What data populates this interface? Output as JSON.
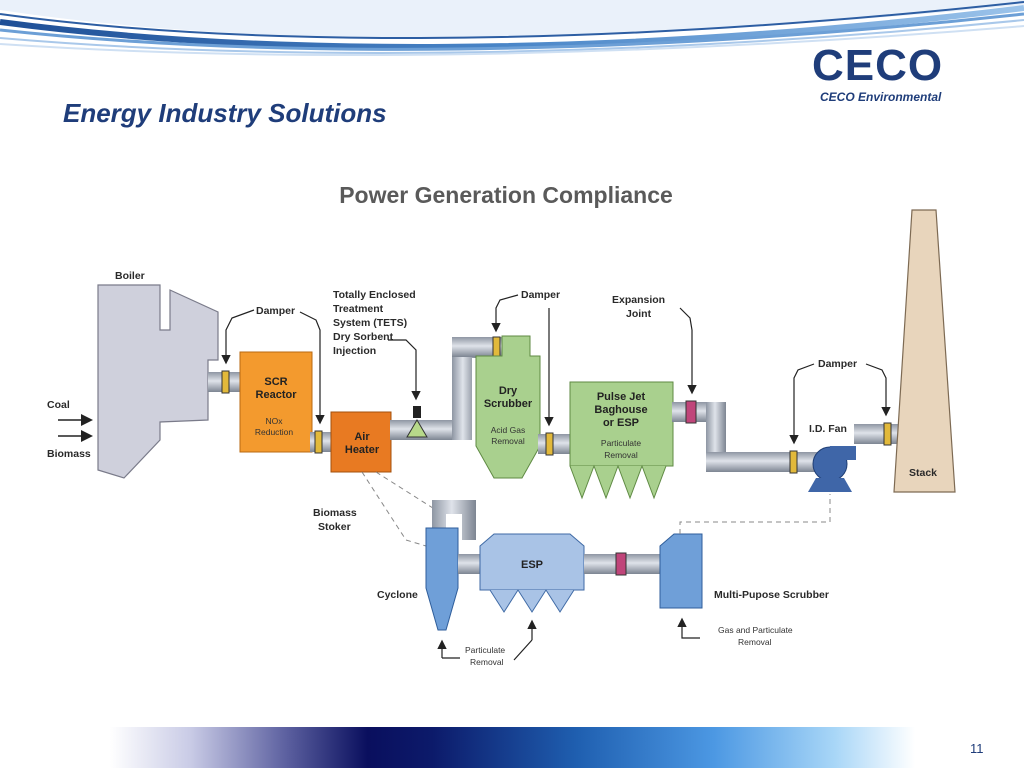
{
  "slide": {
    "title": "Energy Industry Solutions",
    "subtitle": "Power Generation Compliance",
    "page_number": "11"
  },
  "logo": {
    "wordmark": "CECO",
    "company": "CECO Environmental",
    "color": "#1f3d7a"
  },
  "diagram": {
    "labels": {
      "boiler": "Boiler",
      "coal": "Coal",
      "biomass": "Biomass",
      "damper_1": "Damper",
      "damper_2": "Damper",
      "damper_3": "Damper",
      "tets_1": "Totally Enclosed",
      "tets_2": "Treatment",
      "tets_3": "System (TETS)",
      "tets_4": "Dry Sorbent",
      "tets_5": "Injection",
      "expansion_1": "Expansion",
      "expansion_2": "Joint",
      "id_fan": "I.D. Fan",
      "stack": "Stack",
      "biomass_stoker_1": "Biomass",
      "biomass_stoker_2": "Stoker",
      "cyclone": "Cyclone",
      "multi_purpose_scrubber": "Multi-Pupose Scrubber",
      "particulate_removal_1": "Particulate",
      "particulate_removal_2": "Removal",
      "gas_particulate_1": "Gas and Particulate",
      "gas_particulate_2": "Removal"
    },
    "boxes": {
      "scr_1": "SCR",
      "scr_2": "Reactor",
      "scr_3": "NOx",
      "scr_4": "Reduction",
      "air_heater_1": "Air",
      "air_heater_2": "Heater",
      "dry_scrubber_1": "Dry",
      "dry_scrubber_2": "Scrubber",
      "dry_scrubber_3": "Acid Gas",
      "dry_scrubber_4": "Removal",
      "pulse_jet_1": "Pulse Jet",
      "pulse_jet_2": "Baghouse",
      "pulse_jet_3": "or ESP",
      "pulse_jet_4": "Particulate",
      "pulse_jet_5": "Removal",
      "esp": "ESP"
    },
    "colors": {
      "scr": "#f39a2e",
      "air_heater": "#e87a22",
      "dry_scrubber": "#a9d08e",
      "pulse_jet": "#a9d08e",
      "boiler": "#cfd0dc",
      "stack": "#e8d5bc",
      "duct": "#a6adb9",
      "esp": "#a9c3e6",
      "cyclone": "#6f9fd8",
      "scrubber": "#6f9fd8",
      "damper": "#e2b93b",
      "expansion_joint": "#c0457a",
      "fan": "#3f66a8"
    }
  }
}
